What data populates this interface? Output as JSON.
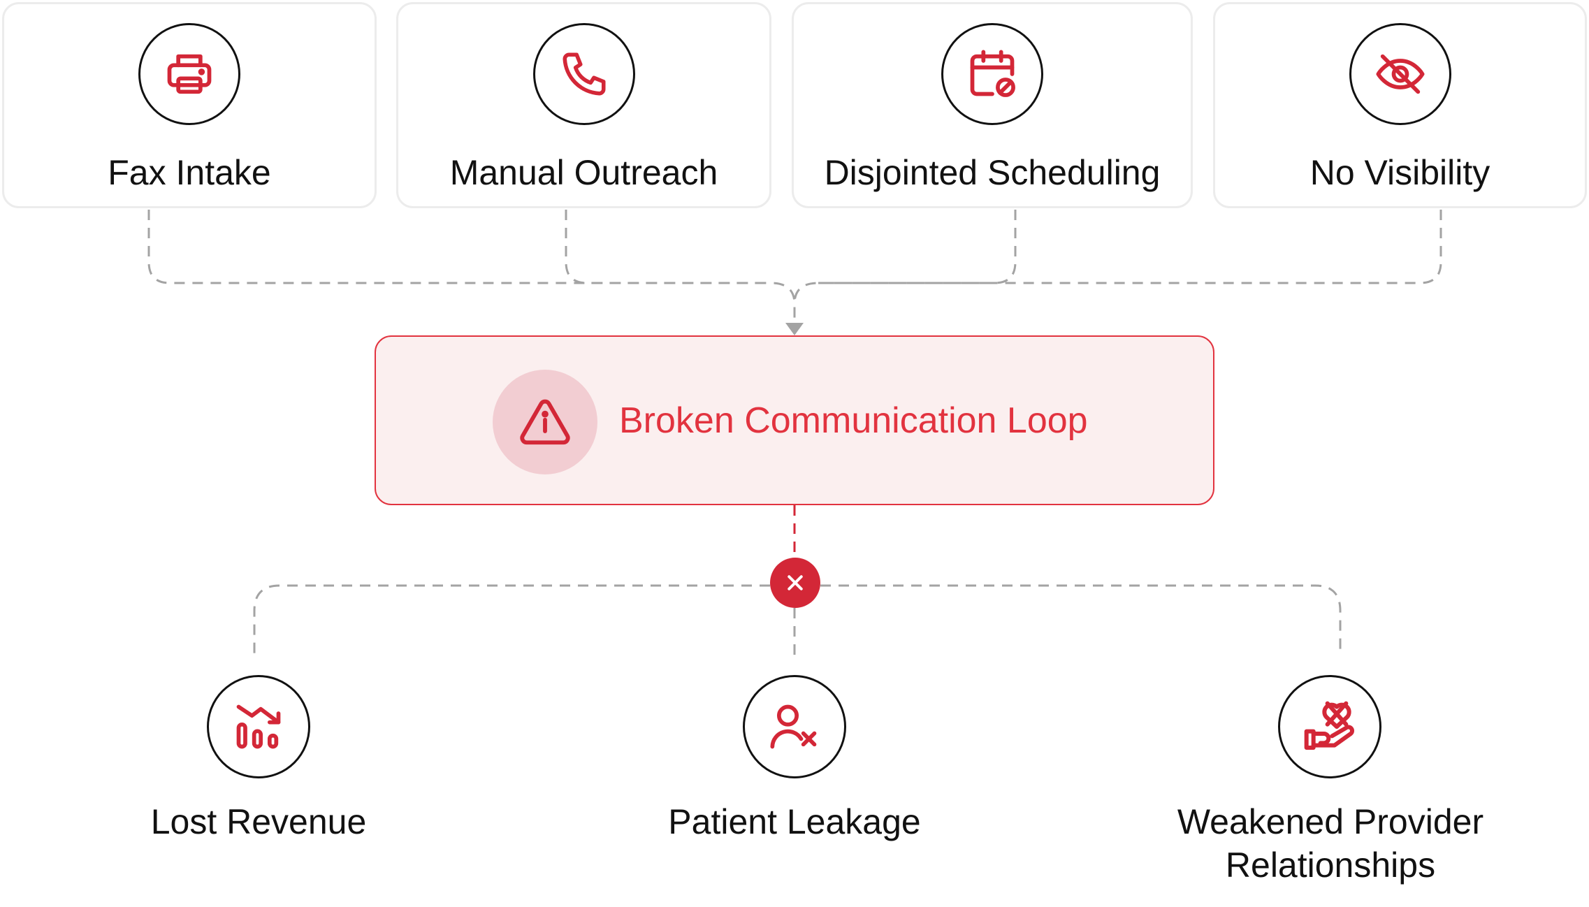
{
  "sources": [
    {
      "label": "Fax Intake",
      "icon": "printer-icon"
    },
    {
      "label": "Manual Outreach",
      "icon": "phone-icon"
    },
    {
      "label": "Disjointed Scheduling",
      "icon": "calendar-blocked-icon"
    },
    {
      "label": "No Visibility",
      "icon": "eye-off-icon"
    }
  ],
  "hub": {
    "label": "Broken Communication Loop",
    "icon": "warning-icon"
  },
  "break_icon": "close-icon",
  "outcomes": [
    {
      "label": "Lost Revenue",
      "icon": "chart-down-icon"
    },
    {
      "label": "Patient Leakage",
      "icon": "user-x-icon"
    },
    {
      "label": "Weakened Provider Relationships",
      "icon": "hand-heart-off-icon"
    }
  ],
  "colors": {
    "accent": "#e2333f",
    "hub_fill": "#fbefef",
    "icon_halo": "#f2cdd2",
    "badge": "#d32737",
    "connector": "#9e9e9e",
    "card_border": "#ececec",
    "text": "#111111"
  }
}
